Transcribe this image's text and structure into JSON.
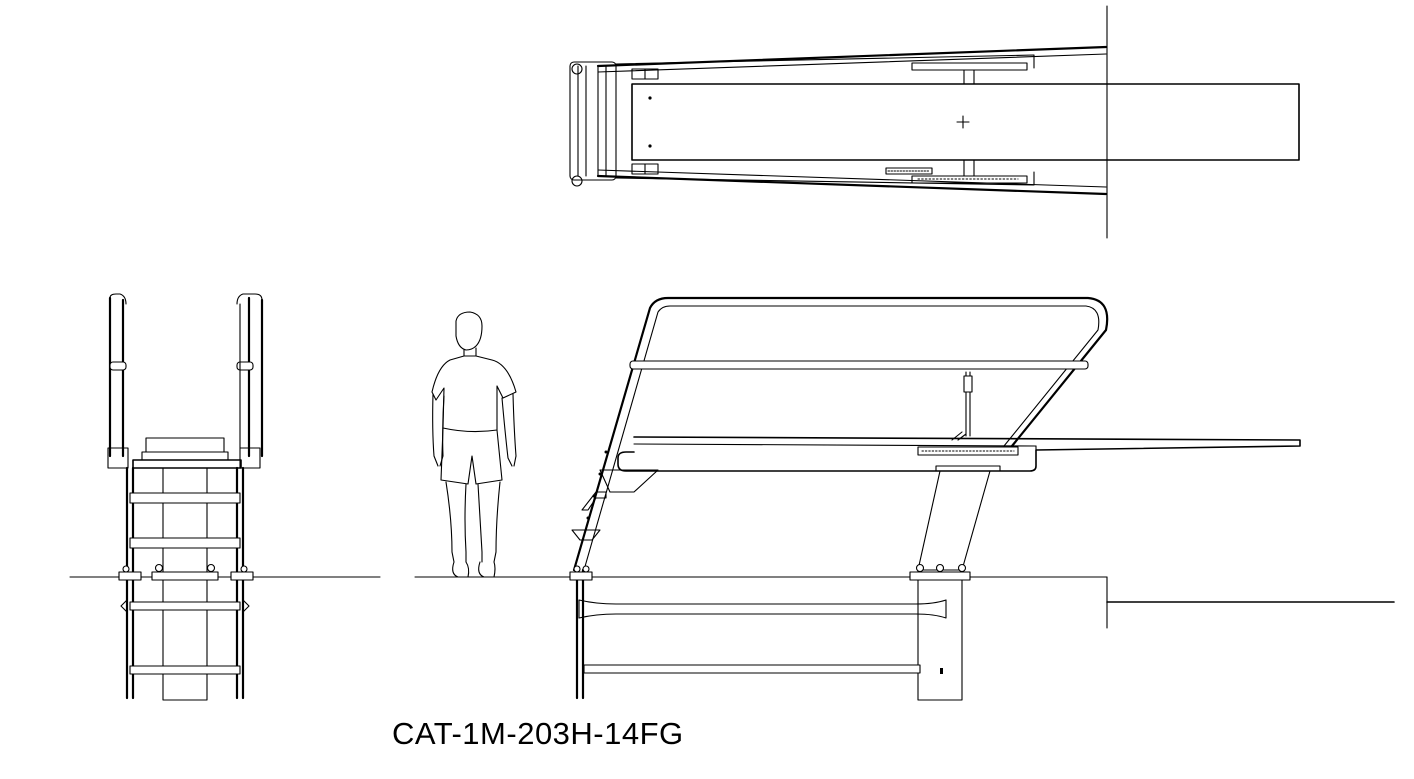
{
  "drawing": {
    "model_code": "CAT-1M-203H-14FG",
    "views": [
      "top-plan-view",
      "front-elevation-view",
      "side-elevation-view"
    ],
    "scale_reference": "human-figure",
    "line_color": "#000000",
    "background_color": "#ffffff"
  }
}
